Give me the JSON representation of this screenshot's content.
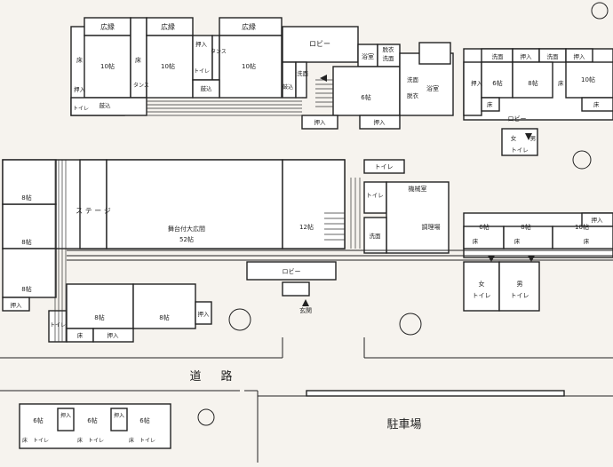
{
  "labels": {
    "koen": "広縁",
    "toko": "床",
    "oshiire": "押入",
    "toilet": "トイレ",
    "toilet_v": "トイ レ",
    "tansu": "タンス",
    "tansu_v": "タ ン ス",
    "senmen_v": "洗 面",
    "senmen": "洗面",
    "yokushitsu": "浴室",
    "yoku_v": "浴 室",
    "datsui_senmen_a": "脱衣",
    "datsui_senmen_b": "洗面",
    "senmen_datsui_v": "洗 面 脱 衣",
    "lobby": "ロビー",
    "mat10": "10帖",
    "mat8": "8帖",
    "mat6": "6帖",
    "mat12": "12帖",
    "tsuzumi_v": "鼓 込",
    "tsuzumi": "鼓込",
    "stage_v": "ス テ ー ジ",
    "hall_name": "舞台付大広間",
    "hall_size": "52帖",
    "kikaishitsu": "機械室",
    "chorijo": "調理場",
    "onna": "女",
    "otoko": "男",
    "genkan": "玄関",
    "road_a": "道",
    "road_b": "路",
    "parking": "駐車場"
  }
}
